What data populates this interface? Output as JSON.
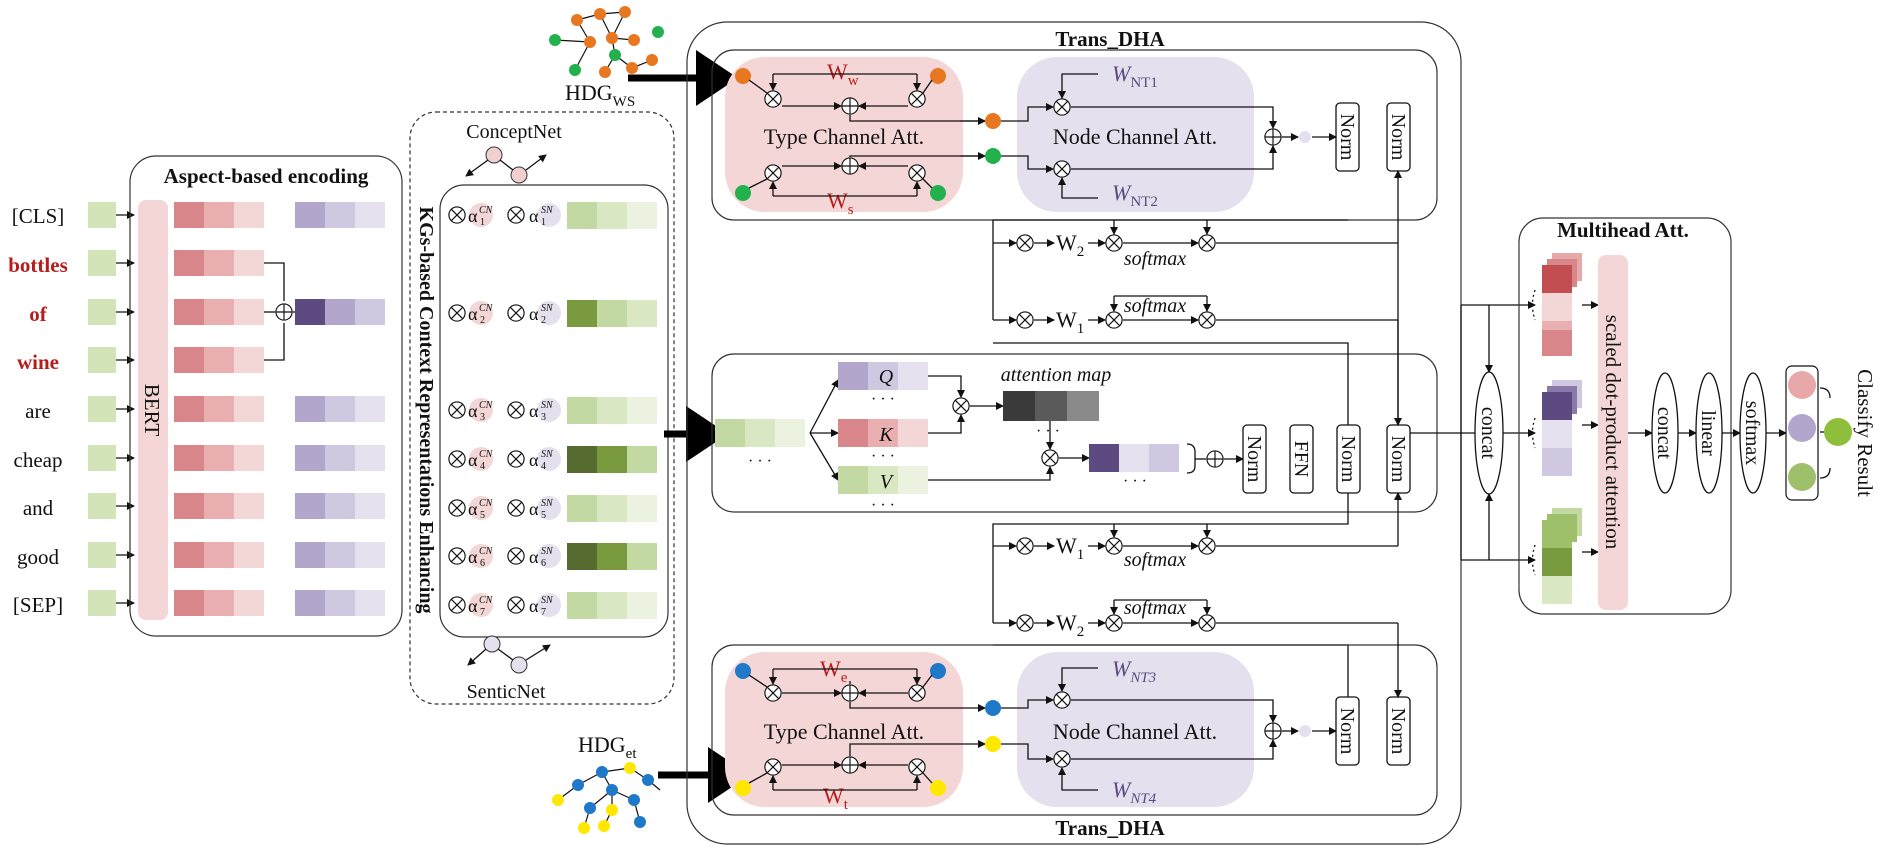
{
  "tokens": [
    "[CLS]",
    "bottles",
    "of",
    "wine",
    "are",
    "cheap",
    "and",
    "good",
    "[SEP]"
  ],
  "aspect_tokens": [
    "bottles",
    "of",
    "wine"
  ],
  "encoding": {
    "title": "Aspect-based encoding",
    "bert": "BERT"
  },
  "kg": {
    "title": "KGs-based Context Representations Enhancing",
    "concept": "ConceptNet",
    "sentic": "SenticNet",
    "alpha": "α",
    "cn": "CN",
    "sn": "SN",
    "rows": [
      "1",
      "2",
      "3",
      "4",
      "5",
      "6",
      "7"
    ]
  },
  "hdg_ws": "HDG",
  "hdg_ws_sub": "WS",
  "hdg_et": "HDG",
  "hdg_et_sub": "et",
  "trans": {
    "title_top": "Trans_DHA",
    "title_bottom": "Trans_DHA"
  },
  "type_att": "Type Channel Att.",
  "node_att": "Node Channel Att.",
  "weights_top": {
    "w_main": "W",
    "w_sub": "w",
    "s_main": "W",
    "s_sub": "s",
    "nt1_main": "W",
    "nt1_sub": "NT1",
    "nt2_main": "W",
    "nt2_sub": "NT2"
  },
  "weights_bottom": {
    "e_main": "W",
    "e_sub": "e",
    "t_main": "W",
    "t_sub": "t",
    "nt3_main": "W",
    "nt3_sub": "NT3",
    "nt4_main": "W",
    "nt4_sub": "NT4"
  },
  "norm": "Norm",
  "ffn": "FFN",
  "softmax": "softmax",
  "w1": "W",
  "w1_sub": "1",
  "w2": "W",
  "w2_sub": "2",
  "attn": {
    "q": "Q",
    "k": "K",
    "v": "V",
    "map": "attention map"
  },
  "dots": "· · ·",
  "concat": "concat",
  "multihead": {
    "title": "Multihead Att.",
    "sdpa": "scaled dot-product attention"
  },
  "linear": "linear",
  "softmax_out": "softmax",
  "classify": "Classify Result",
  "colors": {
    "green_light": "#d3e4b8",
    "green_dark": "#556b2f",
    "green_mid": "#7a9a3f",
    "red_light": "#e8a8aa",
    "red_dark": "#c24e52",
    "purple_light": "#c9bedb",
    "purple_dark": "#5c4a80",
    "pink_bg": "#f5d6d6",
    "lavender_bg": "#e4e0ee",
    "orange_node": "#e87722",
    "green_node": "#22b14c",
    "blue_node": "#1f78c8",
    "yellow_node": "#ffe800"
  }
}
